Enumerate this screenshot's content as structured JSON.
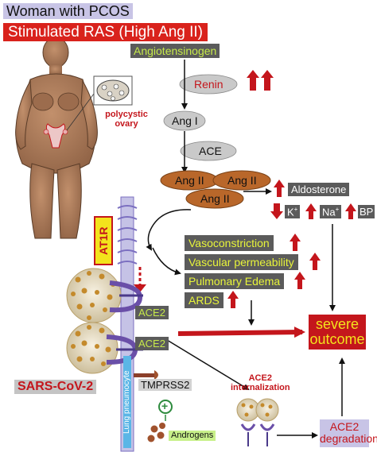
{
  "header": {
    "subject": "Woman with PCOS",
    "condition": "Stimulated RAS (High Ang II)"
  },
  "patient": {
    "ovary_label": "polycystic ovary"
  },
  "pathway": {
    "angiotensinogen": "Angiotensinogen",
    "renin": "Renin",
    "ang1": "Ang I",
    "ace": "ACE",
    "ang2": "Ang II",
    "aldosterone": "Aldosterone",
    "potassium": "K",
    "potassium_charge": "+",
    "sodium": "Na",
    "sodium_charge": "+",
    "bp": "BP"
  },
  "receptor": {
    "at1r": "AT1R"
  },
  "effects": {
    "vasoconstriction": "Vasoconstriction",
    "vascular_permeability": "Vascular permeability",
    "pulmonary_edema": "Pulmonary Edema",
    "ards": "ARDS"
  },
  "outcome": {
    "line1": "severe",
    "line2": "outcome"
  },
  "cell": {
    "ace2_upper": "ACE2",
    "ace2_lower": "ACE2",
    "membrane_label": "Lung pneumocyte",
    "tmprss2": "TMPRSS2",
    "plus_sign": "+",
    "androgens": "Androgens"
  },
  "virus": {
    "name": "SARS-CoV-2"
  },
  "internalization": {
    "line1": "ACE2",
    "line2": "internalization"
  },
  "degradation": {
    "line1": "ACE2",
    "line2": "degradation"
  },
  "colors": {
    "red": "#c4161c",
    "dark_gray": "#5b5b5b",
    "yellow_text": "#e8f53a",
    "green_text": "#c6e94a",
    "ang2_brown": "#b9672a",
    "membrane_purple": "#7b6fc0",
    "skin": "#a9795a"
  }
}
